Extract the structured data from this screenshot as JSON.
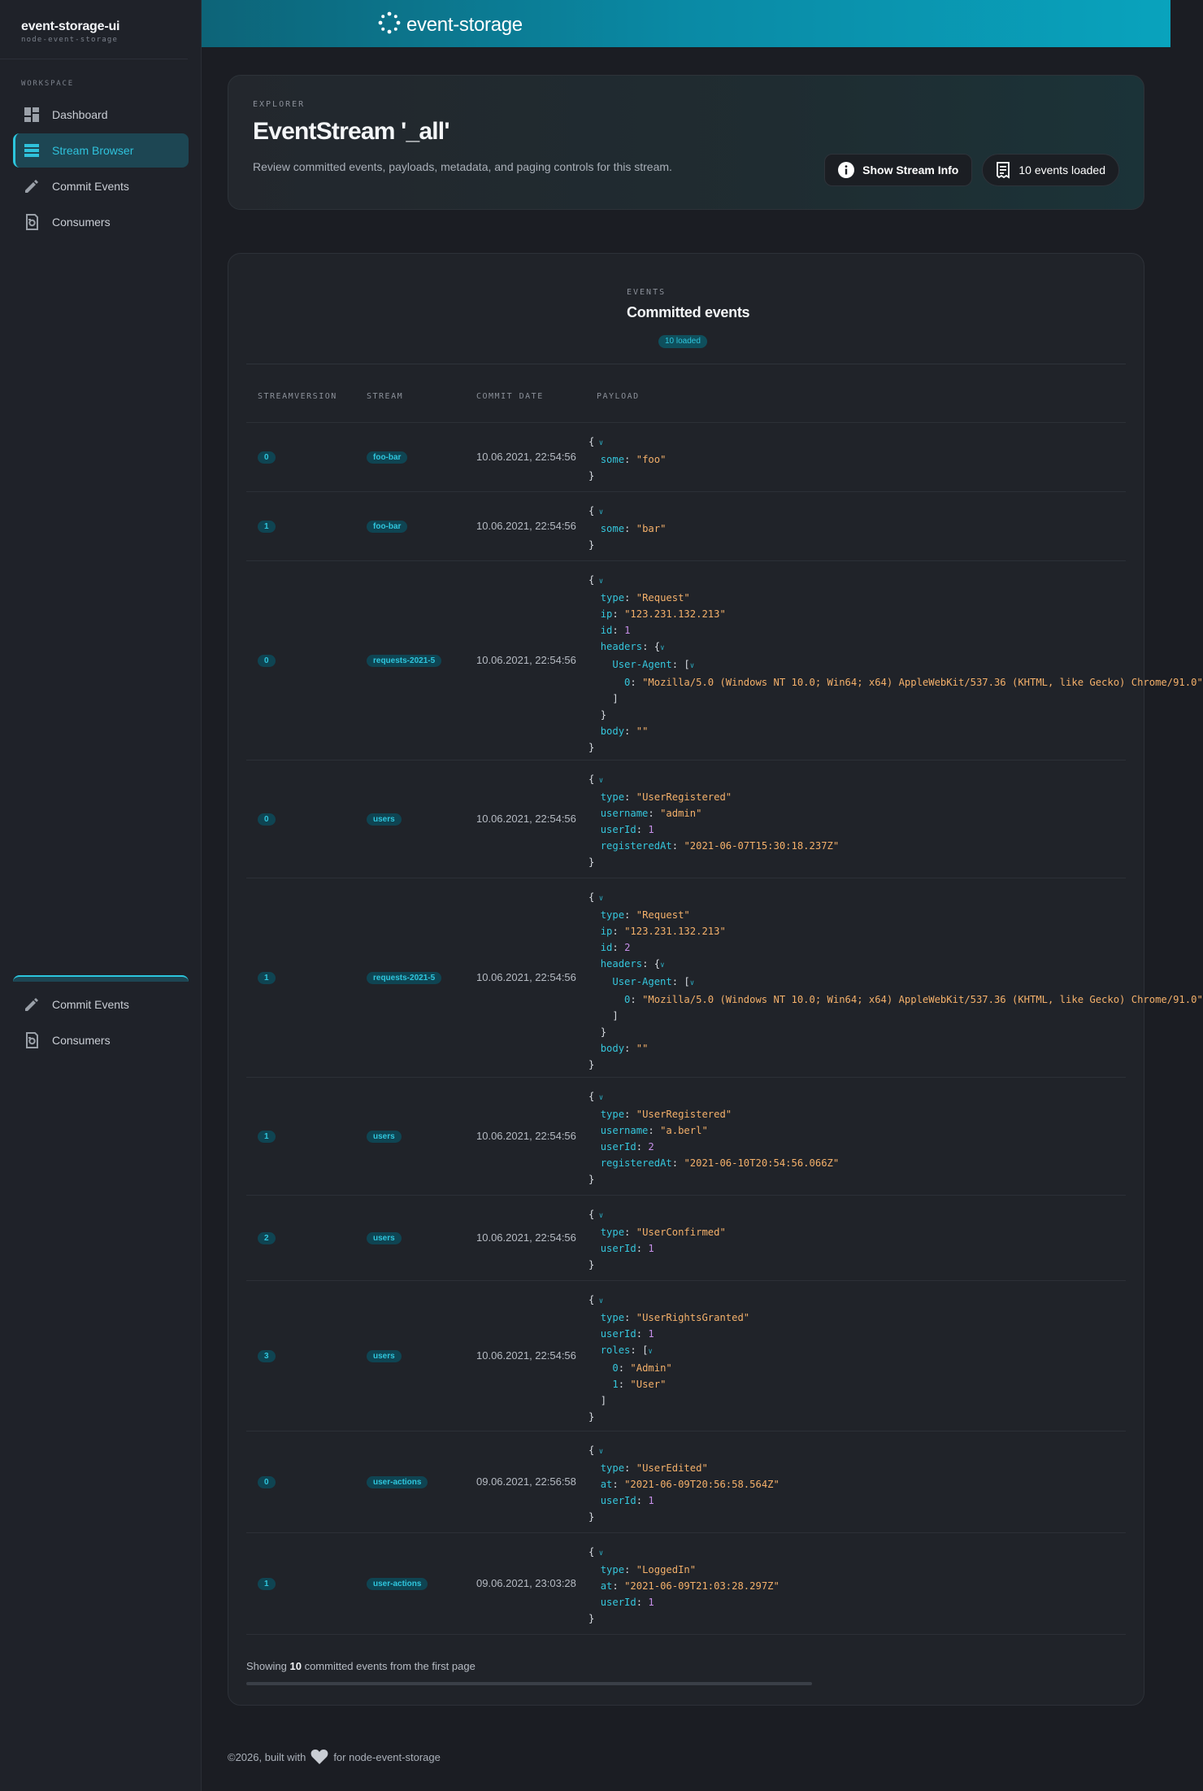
{
  "brand": {
    "title": "event-storage-ui",
    "subtitle": "node-event-storage"
  },
  "sidebar": {
    "section_label": "WORKSPACE",
    "items": [
      {
        "label": "Dashboard",
        "icon": "dashboard-icon",
        "active": false
      },
      {
        "label": "Stream Browser",
        "icon": "list-icon",
        "active": true
      },
      {
        "label": "Commit Events",
        "icon": "pencil-icon",
        "active": false
      },
      {
        "label": "Consumers",
        "icon": "consumer-icon",
        "active": false
      }
    ],
    "bottom_items": [
      {
        "label": "Commit Events",
        "icon": "pencil-icon"
      },
      {
        "label": "Consumers",
        "icon": "consumer-icon"
      }
    ]
  },
  "topbar": {
    "logo_text": "event-storage"
  },
  "hero": {
    "kicker": "EXPLORER",
    "title": "EventStream '_all'",
    "description": "Review committed events, payloads, metadata, and paging controls for this stream.",
    "show_info_label": "Show Stream Info",
    "events_loaded_label": "10 events loaded"
  },
  "events": {
    "kicker": "EVENTS",
    "title": "Committed events",
    "badge": "10 loaded",
    "columns": [
      "STREAMVERSION",
      "STREAM",
      "COMMIT DATE",
      "PAYLOAD"
    ],
    "rows": [
      {
        "version": "0",
        "stream": "foo-bar",
        "date": "10.06.2021, 22:54:56",
        "payload": [
          [
            0,
            "{",
            true
          ],
          [
            1,
            "some",
            "\"foo\"",
            "s"
          ],
          [
            0,
            "}"
          ]
        ]
      },
      {
        "version": "1",
        "stream": "foo-bar",
        "date": "10.06.2021, 22:54:56",
        "payload": [
          [
            0,
            "{",
            true
          ],
          [
            1,
            "some",
            "\"bar\"",
            "s"
          ],
          [
            0,
            "}"
          ]
        ]
      },
      {
        "version": "0",
        "stream": "requests-2021-5",
        "date": "10.06.2021, 22:54:56",
        "payload": [
          [
            0,
            "{",
            true
          ],
          [
            1,
            "type",
            "\"Request\"",
            "s"
          ],
          [
            1,
            "ip",
            "\"123.231.132.213\"",
            "s"
          ],
          [
            1,
            "id",
            "1",
            "n"
          ],
          [
            1,
            "headers",
            "{",
            "o"
          ],
          [
            2,
            "User-Agent",
            "[",
            "o"
          ],
          [
            3,
            "0",
            "\"Mozilla/5.0 (Windows NT 10.0; Win64; x64) AppleWebKit/537.36 (KHTML, like Gecko) Chrome/91.0\"",
            "s"
          ],
          [
            2,
            "]"
          ],
          [
            1,
            "}"
          ],
          [
            1,
            "body",
            "\"\"",
            "s"
          ],
          [
            0,
            "}"
          ]
        ]
      },
      {
        "version": "0",
        "stream": "users",
        "date": "10.06.2021, 22:54:56",
        "payload": [
          [
            0,
            "{",
            true
          ],
          [
            1,
            "type",
            "\"UserRegistered\"",
            "s"
          ],
          [
            1,
            "username",
            "\"admin\"",
            "s"
          ],
          [
            1,
            "userId",
            "1",
            "n"
          ],
          [
            1,
            "registeredAt",
            "\"2021-06-07T15:30:18.237Z\"",
            "s"
          ],
          [
            0,
            "}"
          ]
        ]
      },
      {
        "version": "1",
        "stream": "requests-2021-5",
        "date": "10.06.2021, 22:54:56",
        "payload": [
          [
            0,
            "{",
            true
          ],
          [
            1,
            "type",
            "\"Request\"",
            "s"
          ],
          [
            1,
            "ip",
            "\"123.231.132.213\"",
            "s"
          ],
          [
            1,
            "id",
            "2",
            "n"
          ],
          [
            1,
            "headers",
            "{",
            "o"
          ],
          [
            2,
            "User-Agent",
            "[",
            "o"
          ],
          [
            3,
            "0",
            "\"Mozilla/5.0 (Windows NT 10.0; Win64; x64) AppleWebKit/537.36 (KHTML, like Gecko) Chrome/91.0\"",
            "s"
          ],
          [
            2,
            "]"
          ],
          [
            1,
            "}"
          ],
          [
            1,
            "body",
            "\"\"",
            "s"
          ],
          [
            0,
            "}"
          ]
        ]
      },
      {
        "version": "1",
        "stream": "users",
        "date": "10.06.2021, 22:54:56",
        "payload": [
          [
            0,
            "{",
            true
          ],
          [
            1,
            "type",
            "\"UserRegistered\"",
            "s"
          ],
          [
            1,
            "username",
            "\"a.berl\"",
            "s"
          ],
          [
            1,
            "userId",
            "2",
            "n"
          ],
          [
            1,
            "registeredAt",
            "\"2021-06-10T20:54:56.066Z\"",
            "s"
          ],
          [
            0,
            "}"
          ]
        ]
      },
      {
        "version": "2",
        "stream": "users",
        "date": "10.06.2021, 22:54:56",
        "payload": [
          [
            0,
            "{",
            true
          ],
          [
            1,
            "type",
            "\"UserConfirmed\"",
            "s"
          ],
          [
            1,
            "userId",
            "1",
            "n"
          ],
          [
            0,
            "}"
          ]
        ]
      },
      {
        "version": "3",
        "stream": "users",
        "date": "10.06.2021, 22:54:56",
        "payload": [
          [
            0,
            "{",
            true
          ],
          [
            1,
            "type",
            "\"UserRightsGranted\"",
            "s"
          ],
          [
            1,
            "userId",
            "1",
            "n"
          ],
          [
            1,
            "roles",
            "[",
            "o"
          ],
          [
            2,
            "0",
            "\"Admin\"",
            "s"
          ],
          [
            2,
            "1",
            "\"User\"",
            "s"
          ],
          [
            1,
            "]"
          ],
          [
            0,
            "}"
          ]
        ]
      },
      {
        "version": "0",
        "stream": "user-actions",
        "date": "09.06.2021, 22:56:58",
        "payload": [
          [
            0,
            "{",
            true
          ],
          [
            1,
            "type",
            "\"UserEdited\"",
            "s"
          ],
          [
            1,
            "at",
            "\"2021-06-09T20:56:58.564Z\"",
            "s"
          ],
          [
            1,
            "userId",
            "1",
            "n"
          ],
          [
            0,
            "}"
          ]
        ]
      },
      {
        "version": "1",
        "stream": "user-actions",
        "date": "09.06.2021, 23:03:28",
        "payload": [
          [
            0,
            "{",
            true
          ],
          [
            1,
            "type",
            "\"LoggedIn\"",
            "s"
          ],
          [
            1,
            "at",
            "\"2021-06-09T21:03:28.297Z\"",
            "s"
          ],
          [
            1,
            "userId",
            "1",
            "n"
          ],
          [
            0,
            "}"
          ]
        ]
      }
    ],
    "footer_prefix": "Showing ",
    "footer_count": "10",
    "footer_suffix": " committed events from the first page"
  },
  "footer": {
    "prefix": "©2026, built with",
    "suffix": "for node-event-storage"
  },
  "colors": {
    "accent": "#2fc6dd",
    "background": "#1b1d23",
    "key": "#35c6dc",
    "string": "#f4b06a",
    "number": "#c68fe8"
  }
}
